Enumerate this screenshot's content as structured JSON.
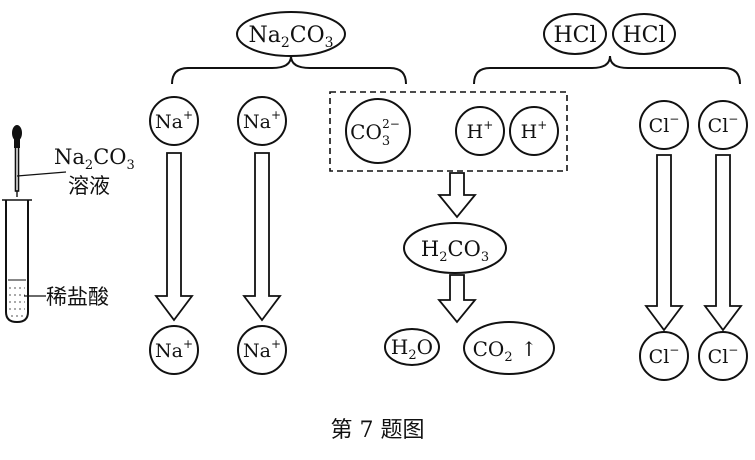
{
  "reagents": {
    "na2co3": {
      "base": "Na",
      "sub1": "2",
      "mid": "CO",
      "sub2": "3"
    },
    "hcl_1": "HCl",
    "hcl_2": "HCl"
  },
  "ions": {
    "na_plus": {
      "base": "Na",
      "sup": "+"
    },
    "co3_2minus": {
      "base": "CO",
      "sub": "3",
      "sup": "2−"
    },
    "h_plus": {
      "base": "H",
      "sup": "+"
    },
    "cl_minus": {
      "base": "Cl",
      "sup": "−"
    }
  },
  "products": {
    "h2co3": {
      "base": "H",
      "sub1": "2",
      "mid": "CO",
      "sub2": "3"
    },
    "h2o": {
      "base": "H",
      "sub": "2",
      "tail": "O"
    },
    "co2": {
      "base": "CO",
      "sub": "2",
      "gas_arrow": "↑"
    }
  },
  "apparatus": {
    "dropper_label_formula": {
      "base": "Na",
      "sub1": "2",
      "mid": "CO",
      "sub2": "3"
    },
    "dropper_label_text": "溶液",
    "tube_label": "稀盐酸"
  },
  "caption": "第 7 题图"
}
